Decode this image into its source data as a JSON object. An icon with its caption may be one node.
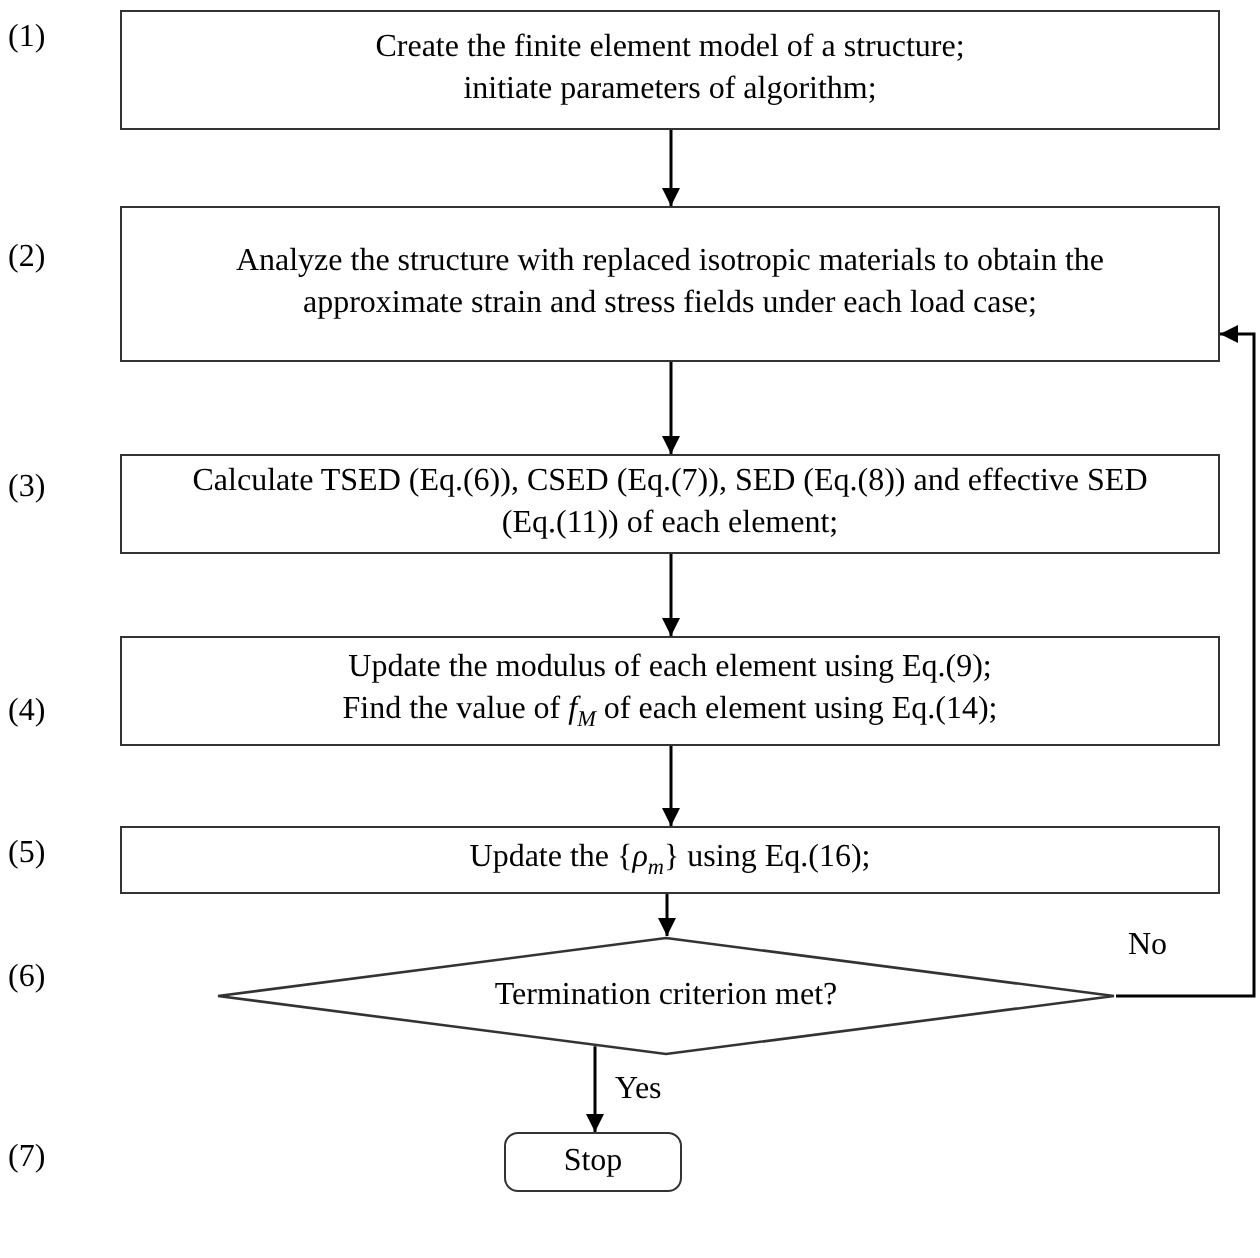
{
  "diagram": {
    "nodes": [
      {
        "text": [
          "Create the finite element model of a structure;",
          "initiate parameters of algorithm;"
        ]
      },
      {
        "text": [
          "Analyze the structure with replaced isotropic materials to obtain the approximate strain and stress fields under each load case;"
        ]
      },
      {
        "text": [
          "Calculate TSED (Eq.(6)), CSED (Eq.(7)), SED (Eq.(8)) and effective SED (Eq.(11)) of each element;"
        ]
      },
      {
        "text": [
          "Update the modulus of each element using Eq.(9);",
          "Find the value of *f*$_{M}$ of each element using Eq.(14);"
        ]
      },
      {
        "text": [
          "Update the {*ρ*$_{m}$} using Eq.(16);"
        ]
      },
      {
        "text": [
          "Termination criterion met?"
        ]
      },
      {
        "text": [
          "Stop"
        ]
      }
    ],
    "edges": [
      {
        "from": 0,
        "to": 1,
        "arrow": "to"
      },
      {
        "from": 1,
        "to": 2,
        "arrow": "to"
      },
      {
        "from": 2,
        "to": 3,
        "arrow": "to"
      },
      {
        "from": 3,
        "to": 4,
        "arrow": "to"
      },
      {
        "from": 4,
        "to": 5,
        "arrow": "to"
      },
      {
        "from": 5,
        "to": 6,
        "arrow": "to",
        "label": "Yes"
      },
      {
        "from": 5,
        "to": 1,
        "arrow": "to",
        "label": "No"
      }
    ],
    "labels": [
      "(1)",
      "(2)",
      "(3)",
      "(4)",
      "(5)",
      "(6)",
      "(7)"
    ]
  }
}
